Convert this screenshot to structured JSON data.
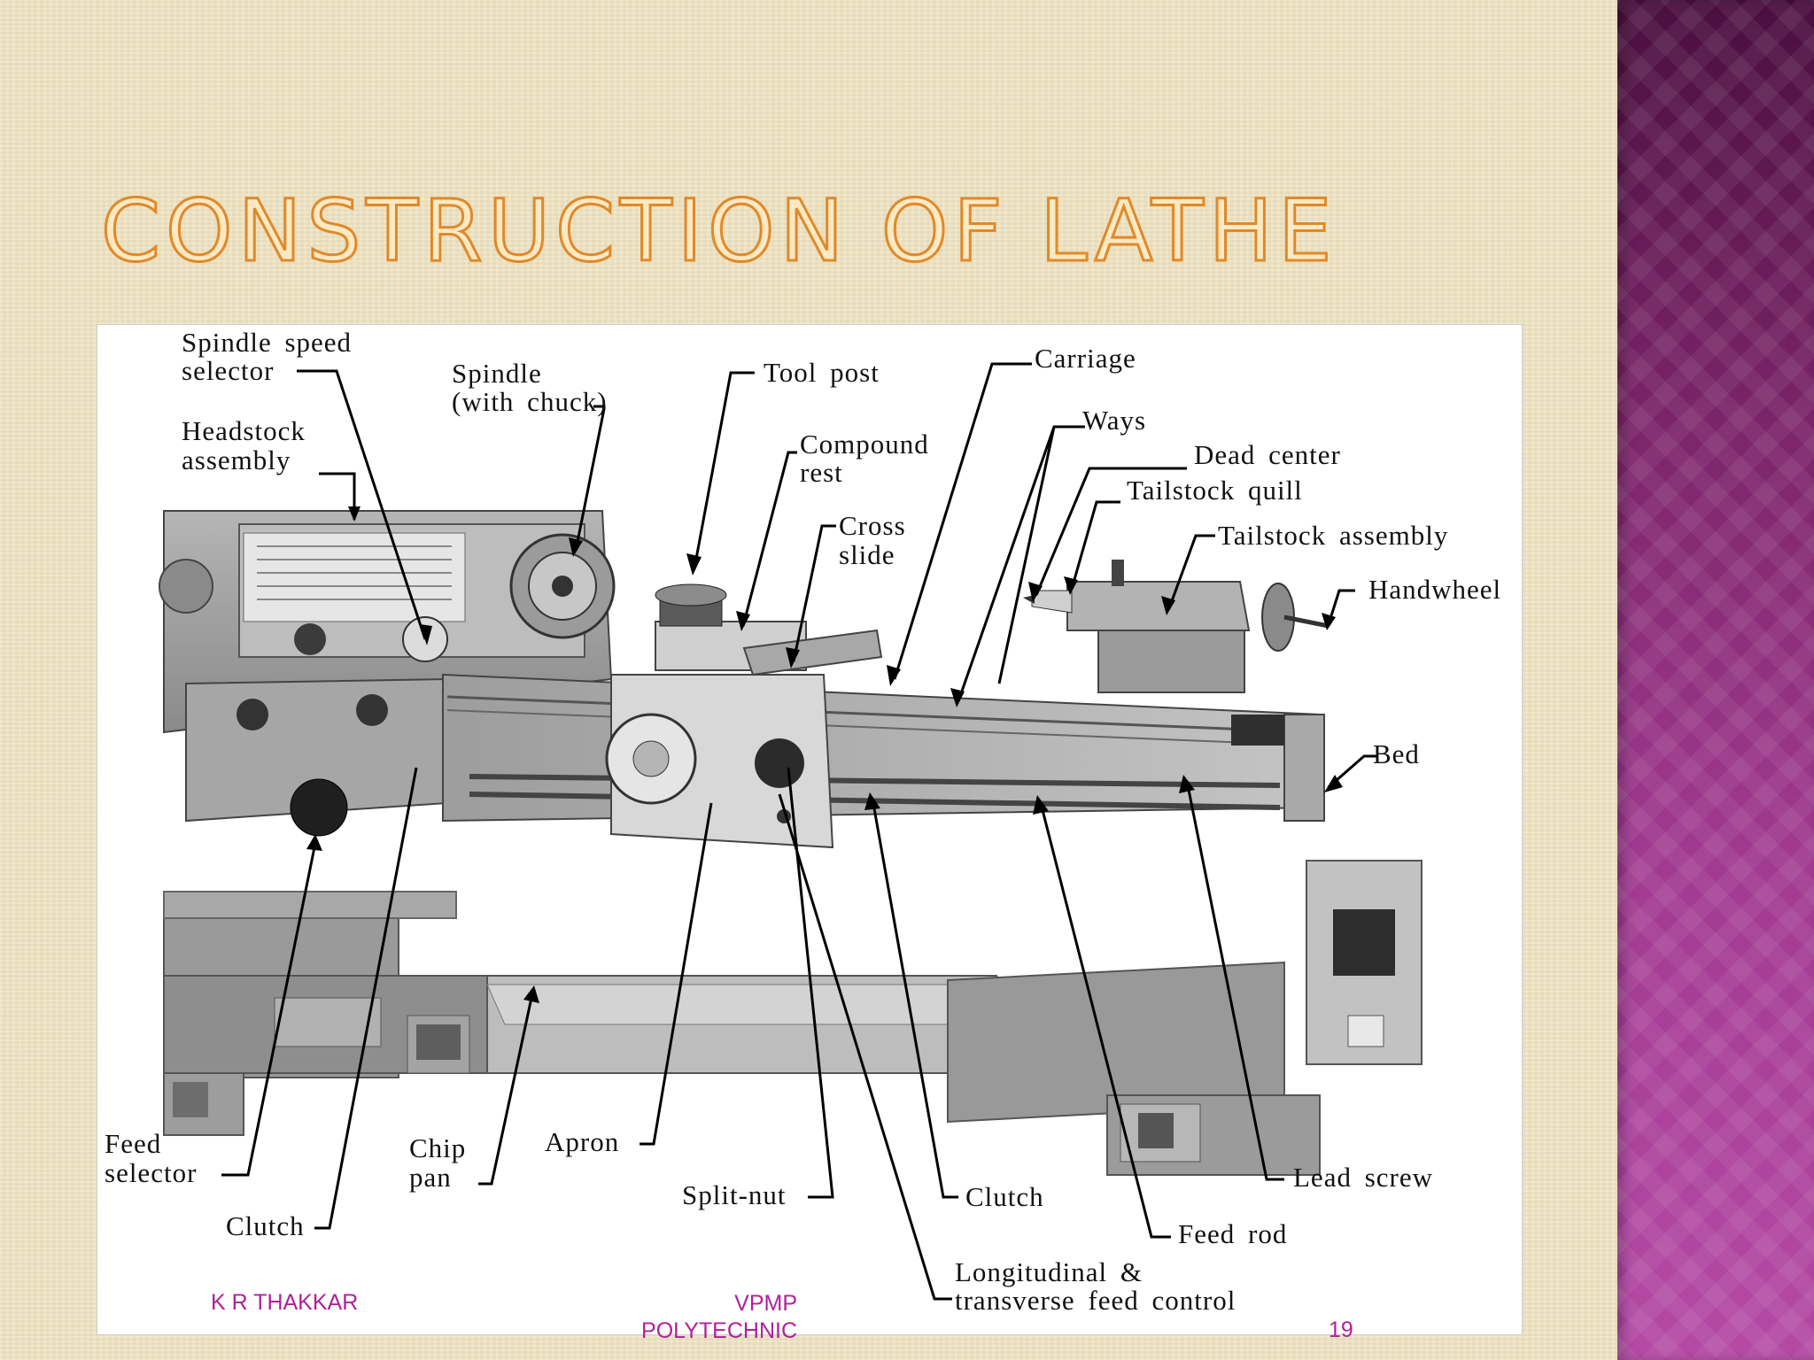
{
  "slide": {
    "title": "CONSTRUCTION OF LATHE",
    "footer_author": "K R THAKKAR",
    "footer_school_line1": "VPMP",
    "footer_school_line2": "POLYTECHNIC",
    "slide_number": "19"
  },
  "diagram": {
    "labels": {
      "spindle_speed_selector_1": "Spindle speed",
      "spindle_speed_selector_2": "selector",
      "spindle_1": "Spindle",
      "spindle_2": "(with chuck)",
      "tool_post": "Tool post",
      "carriage": "Carriage",
      "headstock_1": "Headstock",
      "headstock_2": "assembly",
      "compound_rest_1": "Compound",
      "compound_rest_2": "rest",
      "ways": "Ways",
      "dead_center": "Dead center",
      "tailstock_quill": "Tailstock quill",
      "cross_slide_1": "Cross",
      "cross_slide_2": "slide",
      "tailstock_assembly": "Tailstock assembly",
      "handwheel": "Handwheel",
      "bed": "Bed",
      "feed_selector_1": "Feed",
      "feed_selector_2": "selector",
      "chip_pan_1": "Chip",
      "chip_pan_2": "pan",
      "apron": "Apron",
      "split_nut": "Split-nut",
      "clutch_left": "Clutch",
      "clutch_right": "Clutch",
      "lead_screw": "Lead screw",
      "feed_rod": "Feed rod",
      "long_trans_1": "Longitudinal &",
      "long_trans_2": "transverse feed control"
    }
  },
  "colors": {
    "title_fill": "#fbe9c3",
    "title_outline": "#e0892a",
    "footer_text": "#b0209b",
    "side_panel": "#8f2f80"
  }
}
